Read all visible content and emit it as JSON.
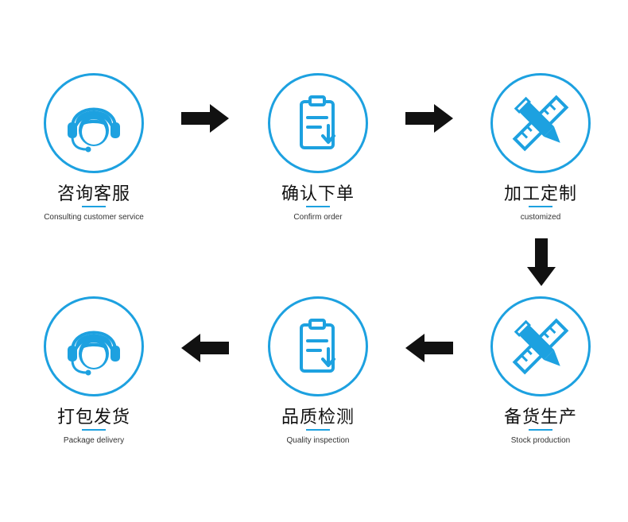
{
  "steps": [
    {
      "title": "咨询客服",
      "subtitle": "Consulting customer service",
      "icon": "headset-icon"
    },
    {
      "title": "确认下单",
      "subtitle": "Confirm order",
      "icon": "clipboard-icon"
    },
    {
      "title": "加工定制",
      "subtitle": "customized",
      "icon": "pencil-ruler-icon"
    },
    {
      "title": "备货生产",
      "subtitle": "Stock production",
      "icon": "pencil-ruler-icon"
    },
    {
      "title": "品质检测",
      "subtitle": "Quality inspection",
      "icon": "clipboard-icon"
    },
    {
      "title": "打包发货",
      "subtitle": "Package delivery",
      "icon": "headset-icon"
    }
  ],
  "colors": {
    "accent": "#1da1e0",
    "arrow": "#111111"
  }
}
